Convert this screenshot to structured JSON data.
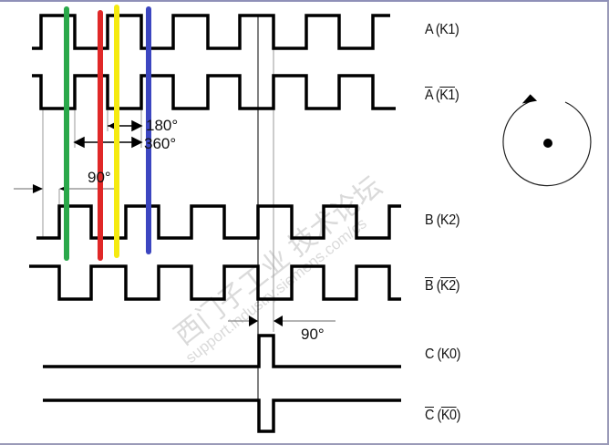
{
  "signals": [
    {
      "name": "A",
      "code": "K1",
      "inverted": false
    },
    {
      "name": "A",
      "code": "K1",
      "inverted": true
    },
    {
      "name": "B",
      "code": "K2",
      "inverted": false
    },
    {
      "name": "B",
      "code": "K2",
      "inverted": true
    },
    {
      "name": "C",
      "code": "K0",
      "inverted": false
    },
    {
      "name": "C",
      "code": "K0",
      "inverted": true
    }
  ],
  "annotations": {
    "deg180": "180°",
    "deg360": "360°",
    "deg90_left": "90°",
    "deg90_bottom": "90°"
  },
  "markers": [
    {
      "color": "#2aa84a",
      "name": "green"
    },
    {
      "color": "#e02828",
      "name": "red"
    },
    {
      "color": "#f5ea10",
      "name": "yellow"
    },
    {
      "color": "#3c46c0",
      "name": "blue"
    }
  ],
  "watermark": {
    "cn": "西门子工业  技术论坛",
    "url": "support.industry.siemens.com/cs"
  }
}
